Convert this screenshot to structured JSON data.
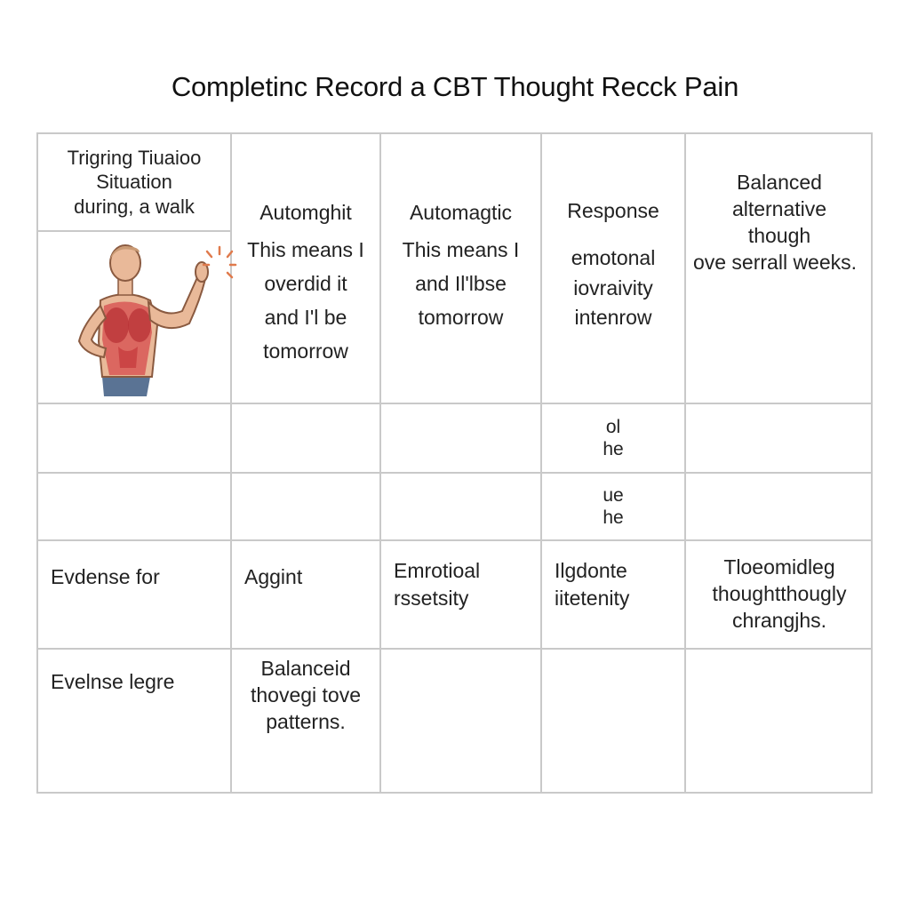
{
  "title": "Completinc Record a CBT Thought Recck Pain",
  "header_cell": {
    "lines": [
      "Trigring Tiuaioo",
      "Situation",
      "during, a walk"
    ]
  },
  "columns": [
    {
      "heading": "Automghit",
      "lines": [
        "This means I",
        "overdid it",
        "and I'l be",
        "tomorrow"
      ]
    },
    {
      "heading": "Automagtic",
      "lines": [
        "This means I",
        "and Il'lbse",
        "tomorrow"
      ]
    },
    {
      "heading": "Response",
      "lines": [
        "emotonal",
        "iovraivity",
        "intenrow"
      ]
    },
    {
      "heading": "",
      "lines": [
        "Balanced",
        "alternative",
        "though",
        "ove serrall weeks."
      ]
    }
  ],
  "mid_rows": [
    {
      "lines": [
        "ol",
        "he"
      ]
    },
    {
      "lines": [
        "ue",
        "he"
      ]
    }
  ],
  "evidence_for_row": {
    "label": "Evdense for",
    "cells": [
      {
        "lines": [
          "Aggint"
        ]
      },
      {
        "lines": [
          "Emrotioal",
          "rssetsity"
        ]
      },
      {
        "lines": [
          "Ilgdonte",
          "iitetenity"
        ]
      },
      {
        "lines": [
          "Tloeomidleg",
          "thoughtthougly",
          "chrangjhs."
        ]
      }
    ]
  },
  "evidence_against_row": {
    "label": "Evelnse legre",
    "cells": [
      {
        "lines": [
          "Balanceid",
          "thovegi tove",
          "patterns."
        ]
      }
    ]
  },
  "icons": {
    "figure": "person-with-pain-icon",
    "pain": "pain-burst-icon"
  },
  "colors": {
    "grid": "#c9c9c9",
    "skin": "#e9b999",
    "muscle": "#d6474a",
    "pants": "#5a7394",
    "burst": "#e07a4c"
  }
}
